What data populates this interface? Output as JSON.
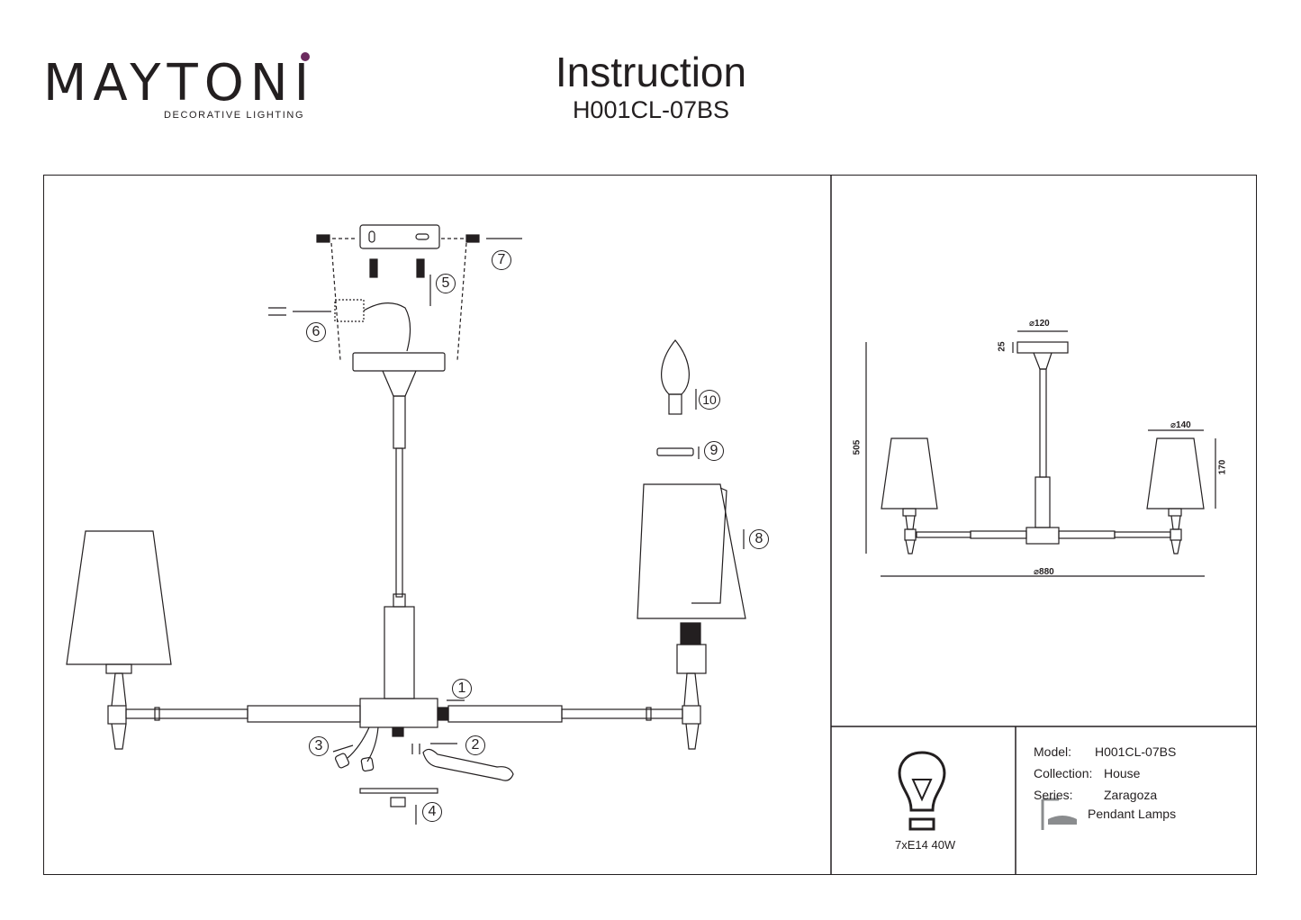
{
  "logo": {
    "word": "MAYTONI",
    "subtitle": "DECORATIVE LIGHTING",
    "dot_color": "#6b2a5e"
  },
  "header": {
    "title": "Instruction",
    "model": "H001CL-07BS"
  },
  "steps": [
    "1",
    "2",
    "3",
    "4",
    "5",
    "6",
    "7",
    "8",
    "9",
    "10"
  ],
  "dimensions": {
    "canopy": "⌀120",
    "canopy_height": "25",
    "shade": "⌀140",
    "shade_height": "170",
    "total_height": "505",
    "width": "⌀880"
  },
  "bulb": {
    "spec": "7xE14 40W",
    "icon": "bulb-icon"
  },
  "info": {
    "model_label": "Model:",
    "model_value": "H001CL-07BS",
    "collection_label": "Collection:",
    "collection_value": "House",
    "series_label": "Series:",
    "series_value": "Zaragoza",
    "type_value": "Pendant Lamps",
    "type_icon": "pendant-lamp-icon"
  }
}
